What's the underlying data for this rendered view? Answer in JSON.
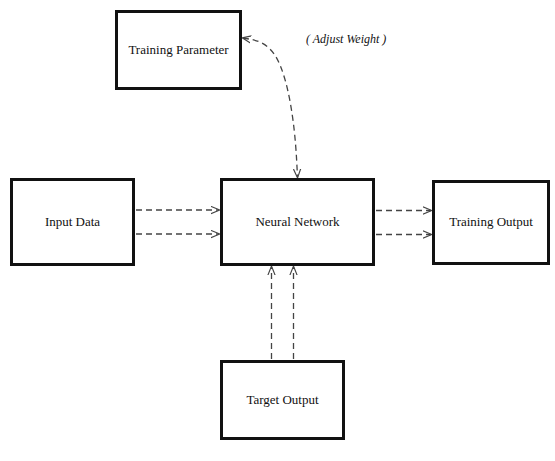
{
  "diagram": {
    "nodes": [
      {
        "text": [
          "Training Parameter"
        ]
      },
      {
        "text": [
          "Input Data"
        ]
      },
      {
        "text": [
          "Neural Network"
        ]
      },
      {
        "text": [
          "Training Output"
        ]
      },
      {
        "text": [
          "Target Output"
        ]
      }
    ],
    "edges": [
      {
        "from": 1,
        "to": 2,
        "arrow": "to"
      },
      {
        "from": 1,
        "to": 2,
        "arrow": "to"
      },
      {
        "from": 2,
        "to": 3,
        "arrow": "to"
      },
      {
        "from": 2,
        "to": 3,
        "arrow": "to"
      },
      {
        "from": 0,
        "to": 2,
        "label": "( Adjust Weight )",
        "arrow": "both"
      },
      {
        "from": 4,
        "to": 2,
        "arrow": "to"
      },
      {
        "from": 4,
        "to": 2,
        "arrow": "to"
      }
    ]
  }
}
